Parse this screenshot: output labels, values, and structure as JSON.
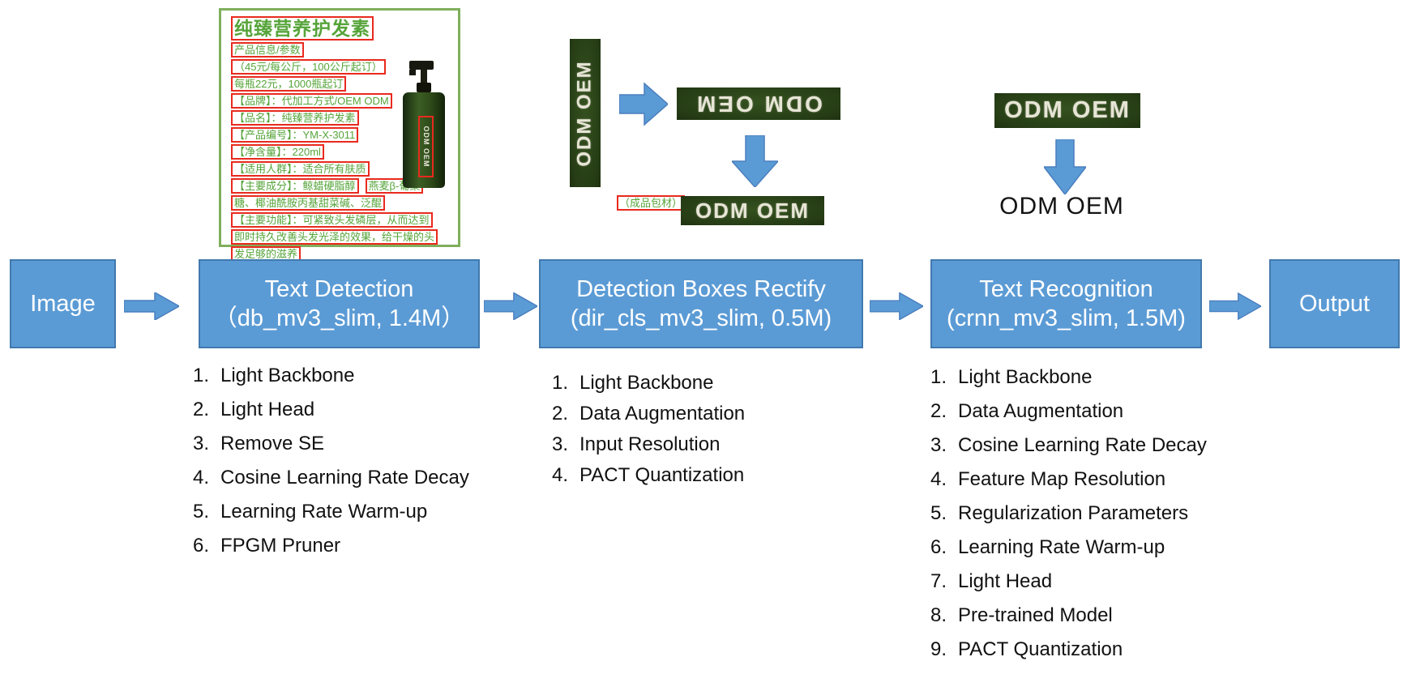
{
  "sample_image": {
    "title": "纯臻营养护发素",
    "lines": [
      "产品信息/参数",
      "（45元/每公斤，100公斤起订）",
      "每瓶22元，1000瓶起订",
      "【品牌】：代加工方式/OEM ODM",
      "【品名】：纯臻营养护发素",
      "【产品编号】：YM-X-3011",
      "【净含量】：220ml",
      "【适用人群】：适合所有肤质",
      "【主要成分】：鲸蜡硬脂醇",
      "糖、椰油酰胺丙基甜菜碱、泛醌",
      "【主要功能】：可紧致头发磷层，从而达到",
      "即时持久改善头发光泽的效果，给干燥的头",
      "发足够的滋养"
    ],
    "ingredient_extra": "燕麦β-葡聚",
    "bottle_label": "ODM OEM",
    "package_label": "（成品包材）"
  },
  "rectify_demo": {
    "input": "ODM OEM",
    "rotated": "ODM OEM",
    "output": "ODM OEM"
  },
  "recognition_demo": {
    "input": "ODM OEM",
    "output": "ODM OEM"
  },
  "pipeline": {
    "nodes": [
      {
        "title": "Image",
        "subtitle": ""
      },
      {
        "title": "Text Detection",
        "subtitle": "（db_mv3_slim, 1.4M）"
      },
      {
        "title": "Detection Boxes Rectify",
        "subtitle": "(dir_cls_mv3_slim, 0.5M)"
      },
      {
        "title": "Text Recognition",
        "subtitle": "(crnn_mv3_slim, 1.5M)"
      },
      {
        "title": "Output",
        "subtitle": ""
      }
    ]
  },
  "lists": {
    "detection": [
      "Light Backbone",
      "Light Head",
      "Remove SE",
      "Cosine Learning Rate Decay",
      "Learning Rate Warm-up",
      "FPGM Pruner"
    ],
    "rectify": [
      "Light Backbone",
      "Data Augmentation",
      "Input Resolution",
      "PACT Quantization"
    ],
    "recognition": [
      "Light Backbone",
      "Data Augmentation",
      "Cosine Learning Rate Decay",
      "Feature Map Resolution",
      "Regularization Parameters",
      "Learning Rate Warm-up",
      "Light Head",
      "Pre-trained Model",
      "PACT Quantization"
    ]
  },
  "icons": {
    "flow_arrow": "block-arrow-right",
    "down_arrow": "block-arrow-down"
  },
  "colors": {
    "node_fill": "#5B9BD5",
    "node_border": "#4179ae",
    "arrow_fill": "#5B9BD5",
    "crop_background": "#2c421e",
    "detect_box_red": "#e82a1e",
    "label_green": "#56a43a",
    "card_border": "#7faf5c",
    "result_text": "#141414"
  }
}
